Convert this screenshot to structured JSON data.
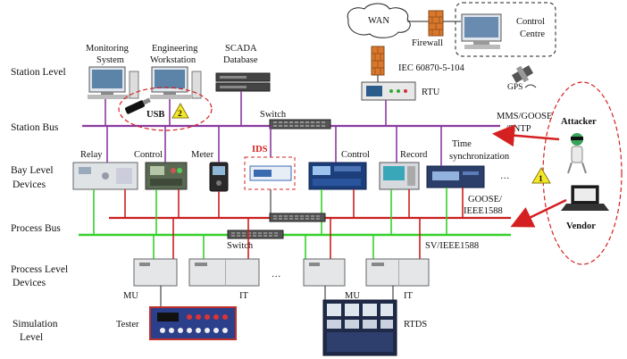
{
  "levels": {
    "station": "Station Level",
    "station_bus": "Station Bus",
    "bay_1": "Bay Level",
    "bay_2": "Devices",
    "process_bus": "Process Bus",
    "process_1": "Process Level",
    "process_2": "Devices",
    "simulation_1": "Simulation",
    "simulation_2": "Level"
  },
  "station": {
    "monitoring_1": "Monitoring",
    "monitoring_2": "System",
    "engineering_1": "Engineering",
    "engineering_2": "Workstation",
    "scada_1": "SCADA",
    "scada_2": "Database",
    "usb": "USB",
    "warning_number": "2",
    "switch": "Switch"
  },
  "top": {
    "wan": "WAN",
    "firewall": "Firewall",
    "control_centre_1": "Control",
    "control_centre_2": "Centre",
    "iec": "IEC 60870-5-104",
    "rtu": "RTU",
    "gps": "GPS"
  },
  "bay": {
    "relay": "Relay",
    "control_a": "Control",
    "meter": "Meter",
    "ids": "IDS",
    "control_b": "Control",
    "record": "Record",
    "time_sync_1": "Time",
    "time_sync_2": "synchronization",
    "ellipsis": "…",
    "goose_1": "GOOSE/",
    "goose_2": "IEEE1588"
  },
  "process": {
    "switch": "Switch",
    "sv": "SV/IEEE1588",
    "mu_a": "MU",
    "it_a": "IT",
    "ellipsis": "…",
    "mu_b": "MU",
    "it_b": "IT"
  },
  "simulation": {
    "tester": "Tester",
    "rtds": "RTDS"
  },
  "threats": {
    "mms_1": "MMS/GOOSE",
    "mms_2": "/SNTP",
    "attacker": "Attacker",
    "vendor": "Vendor",
    "warning_number": "1"
  },
  "colors": {
    "station_bus": "#8a3aa0",
    "goose_bus": "#cc1f1f",
    "sv_bus": "#35d02a",
    "threat": "#d42020",
    "warning": "#f4e82a"
  }
}
